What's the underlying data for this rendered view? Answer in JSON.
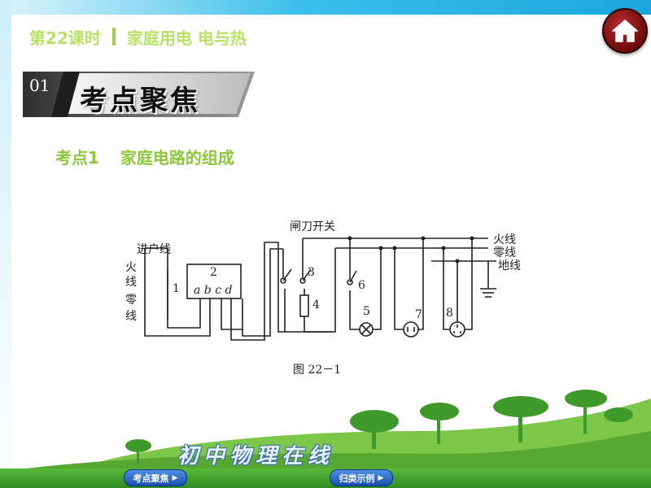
{
  "header": {
    "lesson": "第22课时",
    "topic": "家庭用电 电与热"
  },
  "home_icon": "home-icon",
  "banner": {
    "number": "01",
    "title": "考点聚焦"
  },
  "section": {
    "label": "考点1",
    "title": "家庭电路的组成"
  },
  "figure": {
    "label_knife_switch": "闸刀开关",
    "label_incoming": "进户线",
    "label_live_left": "火\n线",
    "label_neutral_left": "零\n线",
    "label_live_right": "火线",
    "label_neutral_right": "零线",
    "label_ground_right": "地线",
    "num1": "1",
    "num2": "2",
    "meter_terminals": "a b c d",
    "num3": "3",
    "num4": "4",
    "num5": "5",
    "num6": "6",
    "num7": "7",
    "num8": "8",
    "caption": "图 22－1"
  },
  "watermark": "初中物理在线",
  "nav": {
    "btn1": "考点聚焦",
    "btn2": "归类示例"
  },
  "colors": {
    "accent_green": "#8bc93a",
    "header_green": "#b9e26a",
    "home_red": "#8b1414",
    "nav_blue": "#1a4fb0"
  }
}
